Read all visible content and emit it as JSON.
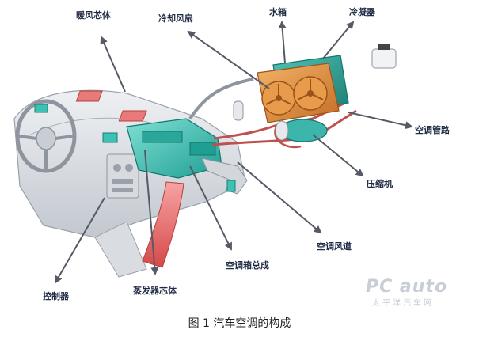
{
  "labels": {
    "heater_core": "暖风芯体",
    "cooling_fan": "冷却风扇",
    "radiator": "水箱",
    "condenser": "冷凝器",
    "ac_pipe": "空调管路",
    "compressor": "压缩机",
    "ac_duct": "空调风道",
    "hvac_assembly": "空调箱总成",
    "evaporator_core": "蒸发器芯体",
    "controller": "控制器"
  },
  "caption": "图 1 汽车空调的构成",
  "watermark": {
    "logo": "PC auto",
    "site": "太平洋汽车网"
  },
  "colors": {
    "hvac": "#3cc2b4",
    "radiator": "#d98a3a",
    "condenser": "#2f9e92",
    "pipe": "#c0504d",
    "arrow": "#555a66",
    "dash": "#b7bcc4",
    "duct_red": "#e05858"
  }
}
